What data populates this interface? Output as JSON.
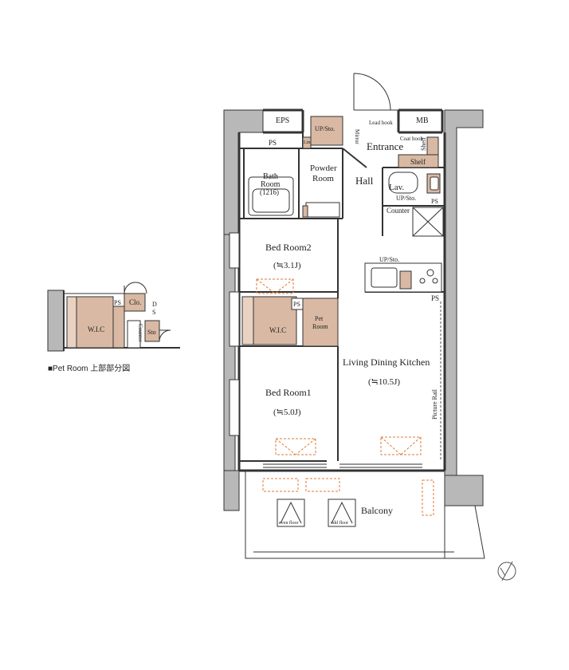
{
  "rooms": {
    "eps": "EPS",
    "mb": "MB",
    "ps": "PS",
    "lead_hook": "Lead hook",
    "mirror": "Mirror",
    "coat_hook": "Coat hook",
    "shelf": "Shelf",
    "entrance": "Entrance",
    "up_sto": "UP/Sto.",
    "lin": "Lin",
    "bath_line1": "Bath",
    "bath_line2": "Room",
    "bath_size": "(1216)",
    "powder_line1": "Powder",
    "powder_line2": "Room",
    "hall": "Hall",
    "lav": "Lav.",
    "counter": "Counter",
    "bed2": "Bed Room2",
    "bed2_size": "(≒3.1J)",
    "wic": "W.I.C",
    "pet_line1": "Pet",
    "pet_line2": "Room",
    "ldk": "Living Dining Kitchen",
    "ldk_size": "(≒10.5J)",
    "picture_rail": "Picture Rail",
    "bed1": "Bed Room1",
    "bed1_size": "(≒5.0J)",
    "balcony": "Balcony",
    "even_floor": "even floor",
    "odd_floor": "odd floor"
  },
  "inset": {
    "ps": "PS",
    "clo": "Clo.",
    "d": "D",
    "s": "S",
    "wic": "W.I.C",
    "counter": "Counter",
    "sto": "Sto",
    "caption": "■Pet Room 上部部分図"
  },
  "colors": {
    "wall": "#4a4a4a",
    "column": "#b8b8b8",
    "storage": "#d9b9a3",
    "storage_light": "#e9d2c2",
    "ac_dashed": "#e07a3a",
    "line": "#333333"
  }
}
